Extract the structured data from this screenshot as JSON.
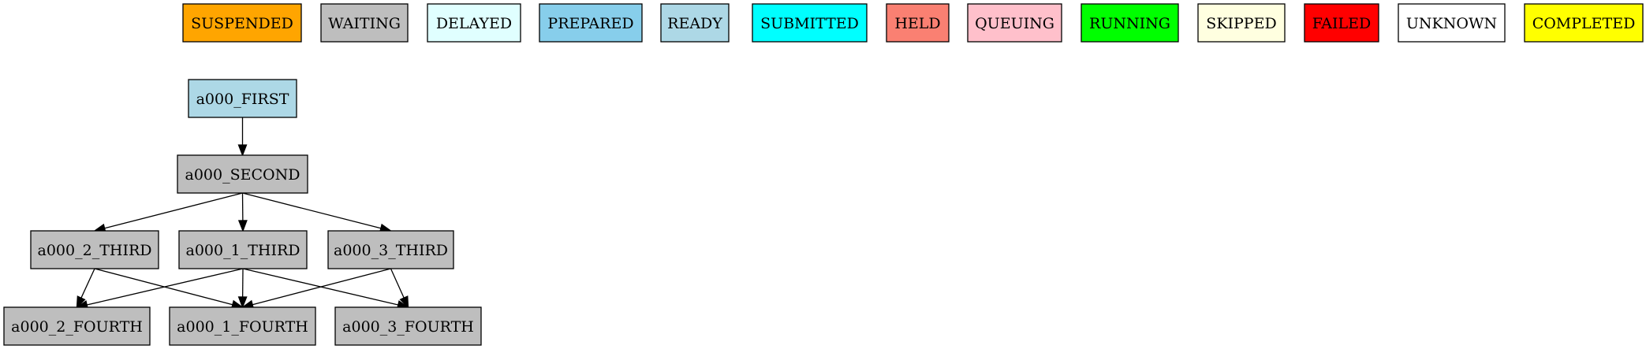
{
  "legend": [
    {
      "id": "suspended",
      "label": "SUSPENDED",
      "color": "#FFA500"
    },
    {
      "id": "waiting",
      "label": "WAITING",
      "color": "#BEBEBE"
    },
    {
      "id": "delayed",
      "label": "DELAYED",
      "color": "#E0FFFF"
    },
    {
      "id": "prepared",
      "label": "PREPARED",
      "color": "#87CEEB"
    },
    {
      "id": "ready",
      "label": "READY",
      "color": "#ADD8E6"
    },
    {
      "id": "submitted",
      "label": "SUBMITTED",
      "color": "#00FFFF"
    },
    {
      "id": "held",
      "label": "HELD",
      "color": "#FA8072"
    },
    {
      "id": "queuing",
      "label": "QUEUING",
      "color": "#FFC0CB"
    },
    {
      "id": "running",
      "label": "RUNNING",
      "color": "#00FF00"
    },
    {
      "id": "skipped",
      "label": "SKIPPED",
      "color": "#FFFFE0"
    },
    {
      "id": "failed",
      "label": "FAILED",
      "color": "#FF0000"
    },
    {
      "id": "unknown",
      "label": "UNKNOWN",
      "color": "#FFFFFF"
    },
    {
      "id": "completed",
      "label": "COMPLETED",
      "color": "#FFFF00"
    }
  ],
  "nodes": [
    {
      "id": "first",
      "label": "a000_FIRST",
      "status": "ready"
    },
    {
      "id": "second",
      "label": "a000_SECOND",
      "status": "waiting"
    },
    {
      "id": "third2",
      "label": "a000_2_THIRD",
      "status": "waiting"
    },
    {
      "id": "third1",
      "label": "a000_1_THIRD",
      "status": "waiting"
    },
    {
      "id": "third3",
      "label": "a000_3_THIRD",
      "status": "waiting"
    },
    {
      "id": "fourth2",
      "label": "a000_2_FOURTH",
      "status": "waiting"
    },
    {
      "id": "fourth1",
      "label": "a000_1_FOURTH",
      "status": "waiting"
    },
    {
      "id": "fourth3",
      "label": "a000_3_FOURTH",
      "status": "waiting"
    }
  ],
  "edges": [
    {
      "from": "first",
      "to": "second"
    },
    {
      "from": "second",
      "to": "third2"
    },
    {
      "from": "second",
      "to": "third1"
    },
    {
      "from": "second",
      "to": "third3"
    },
    {
      "from": "third2",
      "to": "fourth2"
    },
    {
      "from": "third2",
      "to": "fourth1"
    },
    {
      "from": "third1",
      "to": "fourth2"
    },
    {
      "from": "third1",
      "to": "fourth1"
    },
    {
      "from": "third1",
      "to": "fourth3"
    },
    {
      "from": "third3",
      "to": "fourth1"
    },
    {
      "from": "third3",
      "to": "fourth3"
    }
  ]
}
